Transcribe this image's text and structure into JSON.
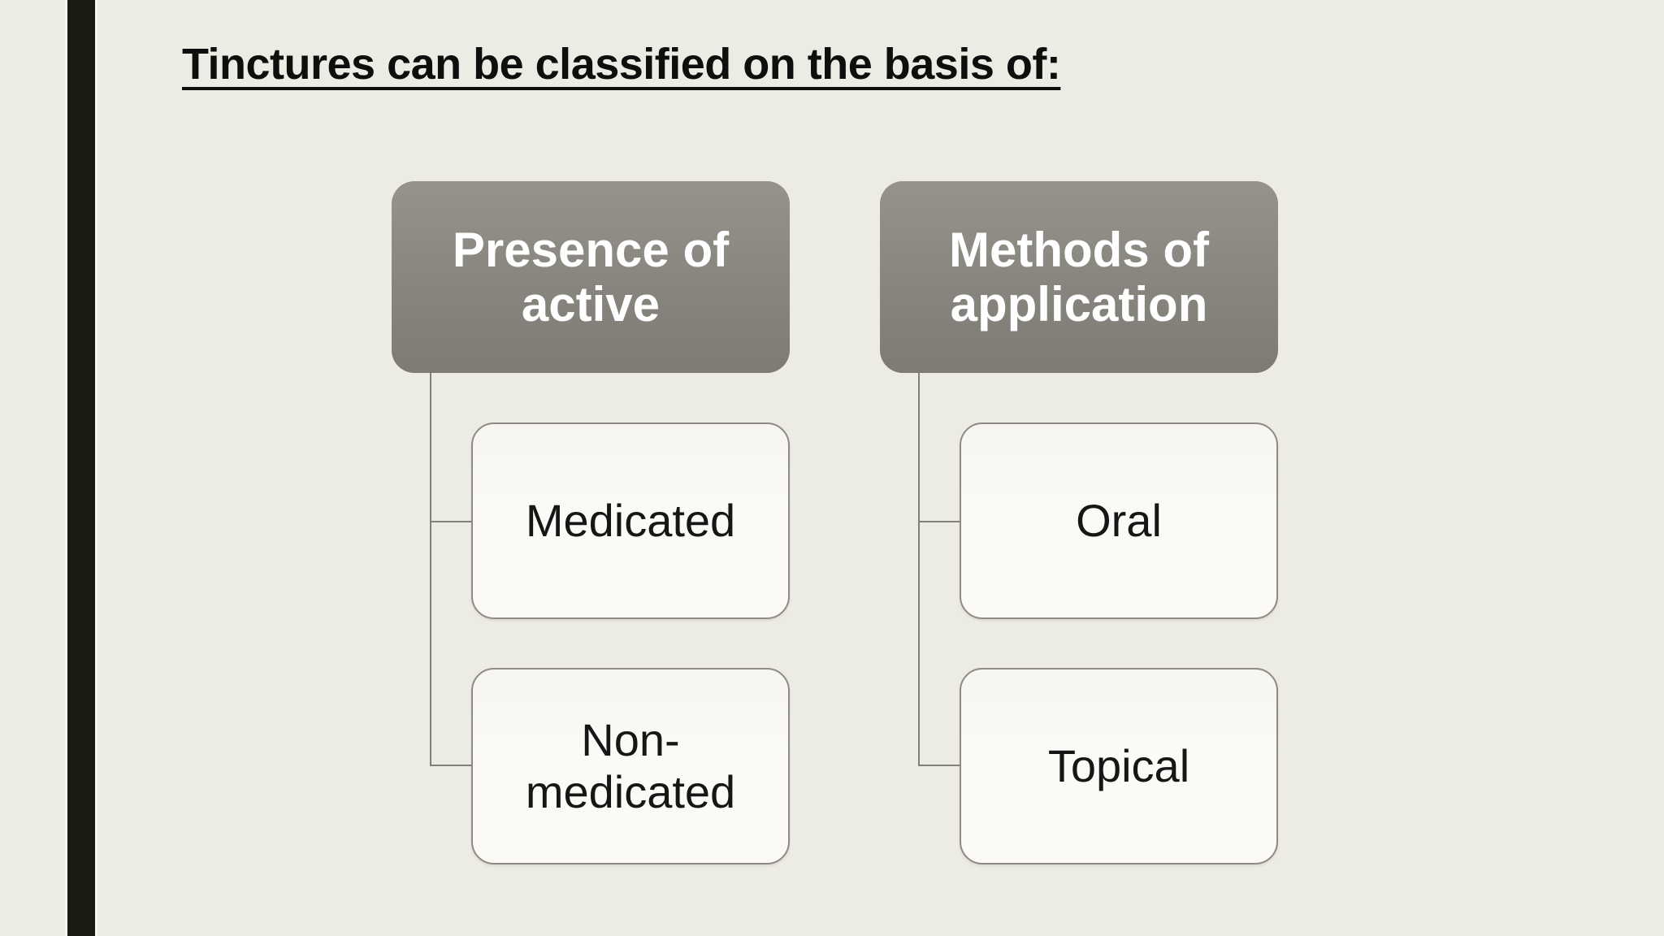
{
  "slide": {
    "title": "Tinctures can be classified on the basis of:"
  },
  "theme": {
    "background": "#EDECE4",
    "accent_bar": "#1B1C11",
    "title_text": "#0E0E0C",
    "parent_fill_top": "#95938B",
    "parent_fill_bottom": "#7D7B73",
    "parent_text": "#FFFFFF",
    "child_fill": "#FBFAF7",
    "child_border": "#8D8B82",
    "child_text": "#161616",
    "connector": "#82807A"
  },
  "diagram": {
    "columns": [
      {
        "parent": "Presence of active",
        "children": [
          "Medicated",
          "Non-medicated"
        ]
      },
      {
        "parent": "Methods of application",
        "children": [
          "Oral",
          "Topical"
        ]
      }
    ]
  }
}
